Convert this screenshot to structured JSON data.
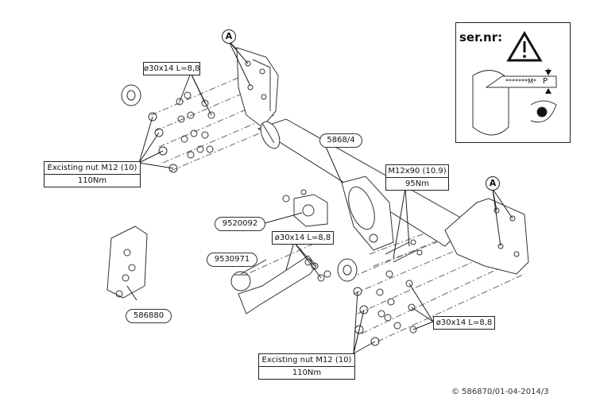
{
  "parts": {
    "bar": "5868/4",
    "ball": "9530971",
    "socket_plate": "9520092",
    "electrical_kit": "586880"
  },
  "hardware": {
    "washer_top_left": "ø30x14 L=8,8",
    "washer_center": "ø30x14 L=8,8",
    "washer_bottom_right": "ø30x14 L=8,8"
  },
  "nut_spec_left": {
    "label": "Excisting nut M12 (10)",
    "torque": "110Nm"
  },
  "nut_spec_bottom": {
    "label": "Excisting nut M12 (10)",
    "torque": "110Nm"
  },
  "bolt_spec": {
    "label": "M12x90 (10.9)",
    "torque": "95Nm"
  },
  "markers": {
    "left": "A",
    "right": "A"
  },
  "serial_panel": {
    "title": "ser.nr:",
    "plate_text": "*******M*",
    "plate_letter": "P",
    "icons": [
      "warning-triangle-icon",
      "eye-icon"
    ]
  },
  "copyright": "© 586870/01-04-2014/3"
}
